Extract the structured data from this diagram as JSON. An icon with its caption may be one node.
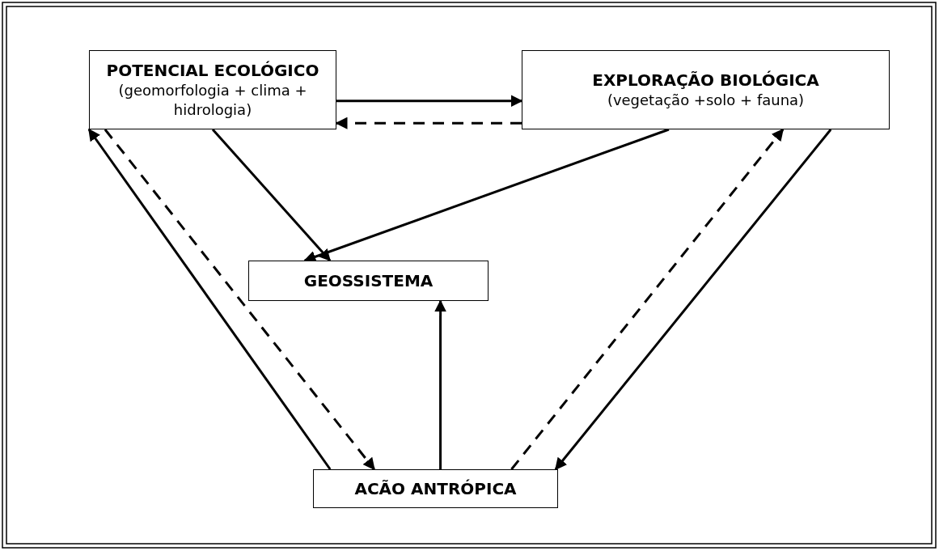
{
  "diagram": {
    "nodes": [
      {
        "text": [
          "POTENCIAL ECOLÓGICO",
          "(geomorfologia + clima + hidrologia)"
        ]
      },
      {
        "text": [
          "EXPLORAÇÃO BIOLÓGICA",
          "(vegetação +solo + fauna)"
        ]
      },
      {
        "text": [
          "GEOSSISTEMA"
        ]
      },
      {
        "text": [
          "ACÃO ANTRÓPICA"
        ]
      }
    ],
    "edges": [
      {
        "from": 0,
        "to": 1,
        "arrow": "to"
      },
      {
        "from": 1,
        "to": 0,
        "arrow": "to",
        "style": "dashed"
      },
      {
        "from": 0,
        "to": 2,
        "arrow": "to"
      },
      {
        "from": 1,
        "to": 2,
        "arrow": "to"
      },
      {
        "from": 3,
        "to": 0,
        "arrow": "to"
      },
      {
        "from": 0,
        "to": 3,
        "arrow": "to",
        "style": "dashed"
      },
      {
        "from": 3,
        "to": 2,
        "arrow": "to"
      },
      {
        "from": 3,
        "to": 1,
        "arrow": "to",
        "style": "dashed"
      },
      {
        "from": 1,
        "to": 3,
        "arrow": "to"
      }
    ]
  }
}
